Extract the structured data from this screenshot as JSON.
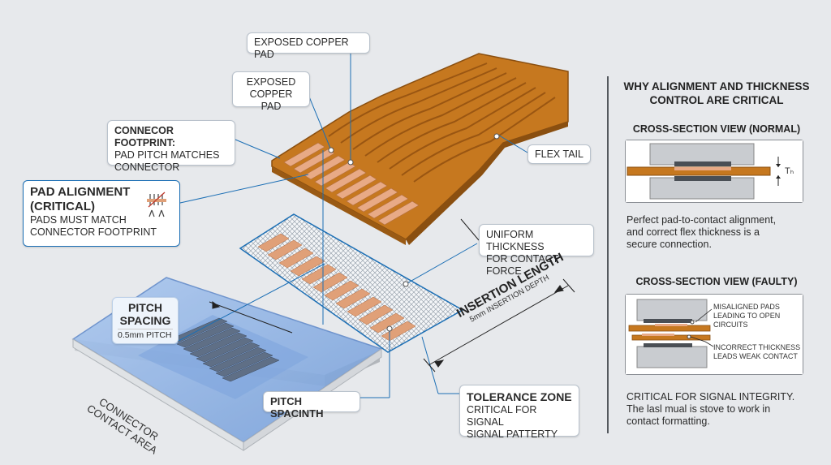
{
  "labels": {
    "exposed_copper_pad_top": "EXPOSED COPPER PAD",
    "exposed_copper_pad_left": [
      "EXPOSED",
      "COPPER PAD"
    ],
    "connector_footprint": [
      "CONNECOR FOOTPRINT:",
      "PAD PITCH MATCHES",
      "CONNECTOR"
    ],
    "flex_tail": "FLEX TAIL",
    "pad_alignment": [
      "PAD ALIGNMENT",
      "(CRITICAL)",
      "PADS MUST MATCH",
      "CONNECTOR FOOTPRINT"
    ],
    "uniform_thickness": [
      "UNIFORM THICKNESS",
      "FOR CONTACT FORCE"
    ],
    "pitch_spacing": [
      "PITCH",
      "SPACING"
    ],
    "pitch_value": "0.5mm PITCH",
    "insertion_length": "INSERTION LENGTH",
    "insertion_depth": "5mm INSERTION DEPTH",
    "pitch_spacinth": "PITCH SPACINTH",
    "tolerance_zone": [
      "TOLERANCE ZONE",
      "CRITICAL FOR SIGNAL",
      "SIGNAL PATTERTY"
    ],
    "connector_contact_area": [
      "CONNECTOR",
      "CONTACT AREA"
    ]
  },
  "panel": {
    "title": [
      "WHY ALIGNMENT AND THICKNESS",
      "CONTROL ARE CRITICAL"
    ],
    "normal_heading": "CROSS-SECTION VIEW (NORMAL)",
    "thickness_symbol": "Tₕ",
    "normal_text": [
      "Perfect pad-to-contact alignment,",
      "and correct flex thickness is a",
      "secure connection."
    ],
    "faulty_heading": "CROSS-SECTION VIEW (FAULTY)",
    "faulty_note_1": [
      "MISALIGNED PADS",
      "LEADING TO OPEN",
      "CIRCUITS"
    ],
    "faulty_note_2": [
      "INCORRECT THICKNESS",
      "LEADS WEAK CONTACT"
    ],
    "bottom_text": [
      "CRITICAL FOR SIGNAL INTEGRITY.",
      "The lasl mual is stove to work in",
      "contact formatting."
    ]
  },
  "colors": {
    "flex_brown": "#c6781f",
    "copper": "#e7a47f",
    "accent_blue": "#1c6fb5",
    "connector_blue": "#8fb3e6"
  }
}
